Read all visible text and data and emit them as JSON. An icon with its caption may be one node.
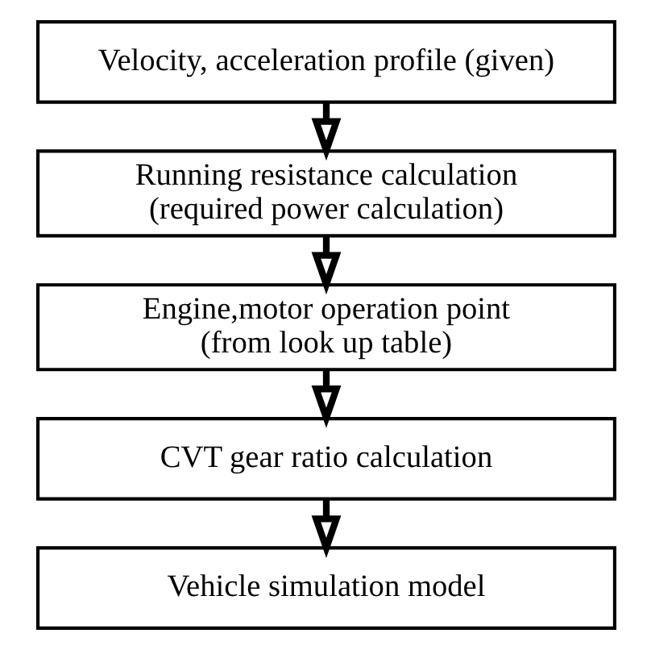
{
  "diagram": {
    "nodes": [
      {
        "text": [
          "Velocity, acceleration profile (given)"
        ]
      },
      {
        "text": [
          "Running resistance calculation (required power calculation)"
        ]
      },
      {
        "text": [
          "Engine,motor operation point (from look up table)"
        ]
      },
      {
        "text": [
          "CVT gear ratio calculation"
        ]
      },
      {
        "text": [
          "Vehicle simulation model"
        ]
      }
    ],
    "edges": [
      {
        "from": 0,
        "to": 1,
        "arrow": "to"
      },
      {
        "from": 1,
        "to": 2,
        "arrow": "to"
      },
      {
        "from": 2,
        "to": 3,
        "arrow": "to"
      },
      {
        "from": 3,
        "to": 4,
        "arrow": "to"
      }
    ]
  }
}
